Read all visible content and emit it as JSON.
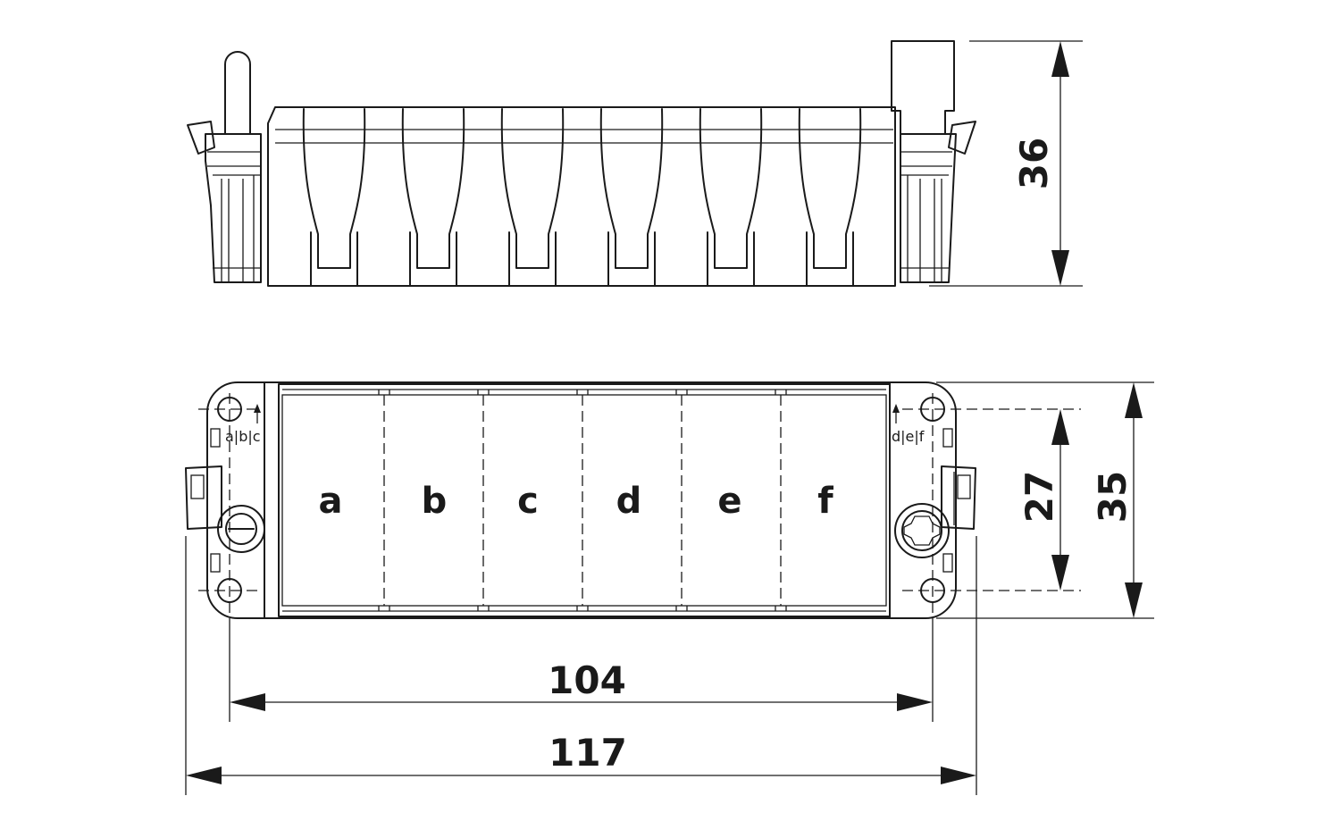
{
  "dimensions": {
    "height_side": "36",
    "inner_height": "27",
    "outer_height": "35",
    "inner_width": "104",
    "outer_width": "117"
  },
  "slots": [
    "a",
    "b",
    "c",
    "d",
    "e",
    "f"
  ],
  "group_labels": {
    "left": "a|b|c",
    "right": "d|e|f"
  }
}
